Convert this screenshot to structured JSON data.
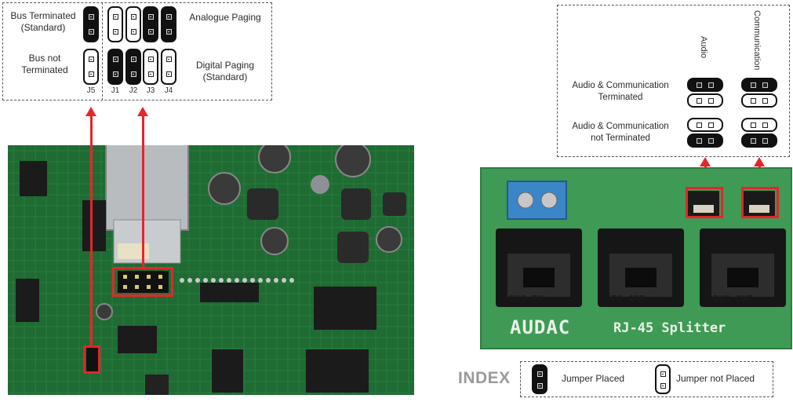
{
  "left_panel": {
    "bus_terminated": "Bus Terminated\n(Standard)",
    "bus_not_terminated": "Bus not\nTerminated",
    "analogue_paging": "Analogue Paging",
    "digital_paging": "Digital Paging\n(Standard)",
    "jumpers": [
      "J5",
      "J1",
      "J2",
      "J3",
      "J4"
    ]
  },
  "right_panel": {
    "col_audio": "Audio",
    "col_communication": "Communication",
    "row_terminated": "Audio & Communication\nTerminated",
    "row_not_terminated": "Audio & Communication\nnot Terminated"
  },
  "splitter_photo": {
    "brand": "AUDAC",
    "product": "RJ-45 Splitter",
    "ports": [
      "BUS IN",
      "TO AMP",
      "BUS OUT"
    ]
  },
  "index": {
    "title": "INDEX",
    "placed": "Jumper Placed",
    "not_placed": "Jumper not Placed"
  },
  "colors": {
    "arrow": "#e5252a",
    "pcb_left": "#1f6b33",
    "pcb_right": "#3f9a55"
  }
}
